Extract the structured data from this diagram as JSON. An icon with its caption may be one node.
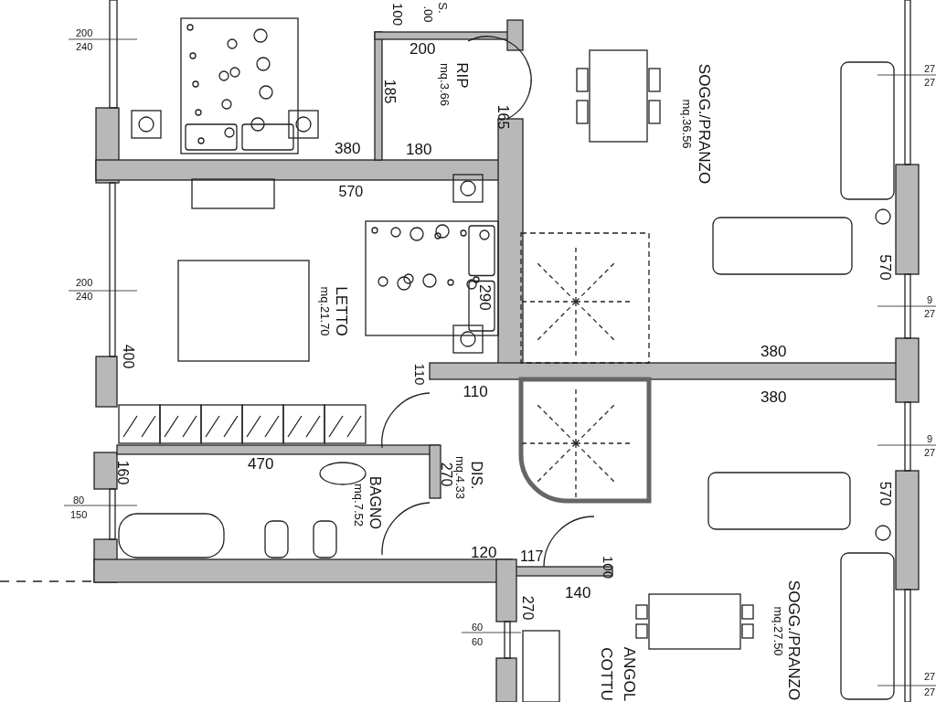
{
  "diagram": {
    "labels": [
      "100",
      "S.",
      ".00",
      "200",
      "240",
      "27",
      "27",
      "200",
      "RIP",
      "mq.3.66",
      "185",
      "165",
      "380",
      "180",
      "SOGG./PRANZO",
      "mq.36.56",
      "570",
      "200",
      "240",
      "LETTO",
      "mq.21.70",
      "290",
      "570",
      "9",
      "27",
      "400",
      "110",
      "110",
      "380",
      "380",
      "9",
      "27",
      "470",
      "160",
      "270",
      "DIS.",
      "mq.4.33",
      "80",
      "150",
      "BAGNO",
      "mq.7.52",
      "570",
      "120",
      "117",
      "100",
      "SOGG./PRANZO",
      "mq.27.50",
      "140",
      "270",
      "60",
      "60",
      "ANGOL",
      "COTTU",
      "27",
      "27"
    ]
  }
}
